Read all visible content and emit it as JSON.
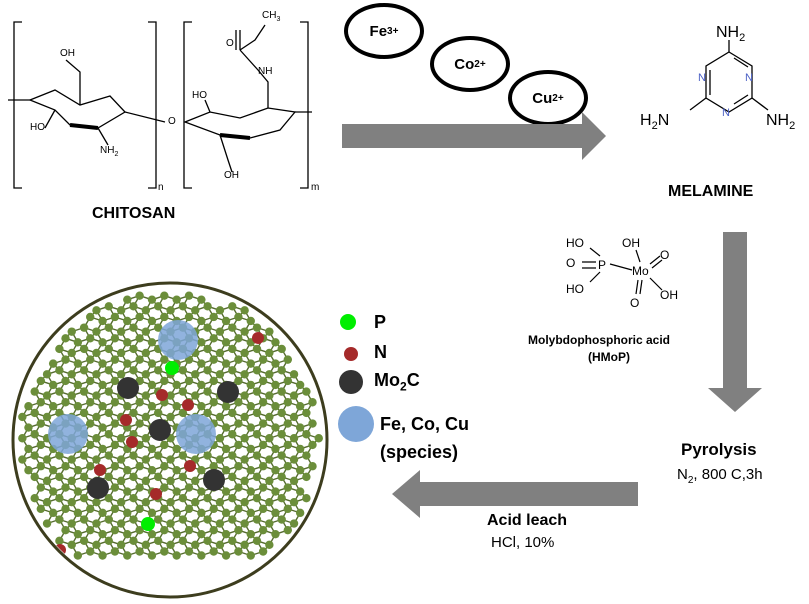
{
  "chitosan": {
    "name": "CHITOSAN",
    "atoms": {
      "oh_top": "OH",
      "ho_left": "HO",
      "nh2": "NH",
      "nh2_sub": "2",
      "o_link": "O",
      "ho_right": "HO",
      "oh_bottom": "OH",
      "nh_acetyl": "NH",
      "o_carbonyl": "O",
      "ch3": "CH",
      "ch3_sub": "3",
      "n": "n",
      "m": "m"
    }
  },
  "ions": [
    {
      "symbol": "Fe",
      "charge": "3+"
    },
    {
      "symbol": "Co",
      "charge": "2+"
    },
    {
      "symbol": "Cu",
      "charge": "2+"
    }
  ],
  "melamine": {
    "name": "MELAMINE",
    "nh2": "NH",
    "nh2_sub": "2",
    "h2n": "H",
    "h2n_sub": "2",
    "h2n_n": "N",
    "ring_n": "N"
  },
  "hmop": {
    "label_line1": "Molybdophosphoric acid",
    "label_line2": "(HMoP)",
    "atoms": {
      "ho1": "HO",
      "ho2": "HO",
      "oh1": "OH",
      "oh2": "OH",
      "o1": "O",
      "o2": "O",
      "o3": "O",
      "p": "P",
      "mo": "Mo"
    }
  },
  "pyrolysis": {
    "title": "Pyrolysis",
    "n": "N",
    "n_sub": "2",
    "conditions": ", 800 C,3h"
  },
  "acid_leach": {
    "title": "Acid leach",
    "conditions": "HCl, 10%"
  },
  "legend": [
    {
      "key": "p",
      "label": "P",
      "color": "#00ee00"
    },
    {
      "key": "n",
      "label": "N",
      "color": "#a52a2a"
    },
    {
      "key": "mo2c",
      "label": "Mo",
      "sub": "2",
      "suffix": "C",
      "color": "#333333"
    },
    {
      "key": "metal",
      "label": "Fe, Co, Cu",
      "label2": "(species)",
      "color": "#7ea6d8"
    }
  ],
  "colors": {
    "arrow": "#808080",
    "carbon": "#6b8e3a",
    "bond": "#556b2f"
  }
}
